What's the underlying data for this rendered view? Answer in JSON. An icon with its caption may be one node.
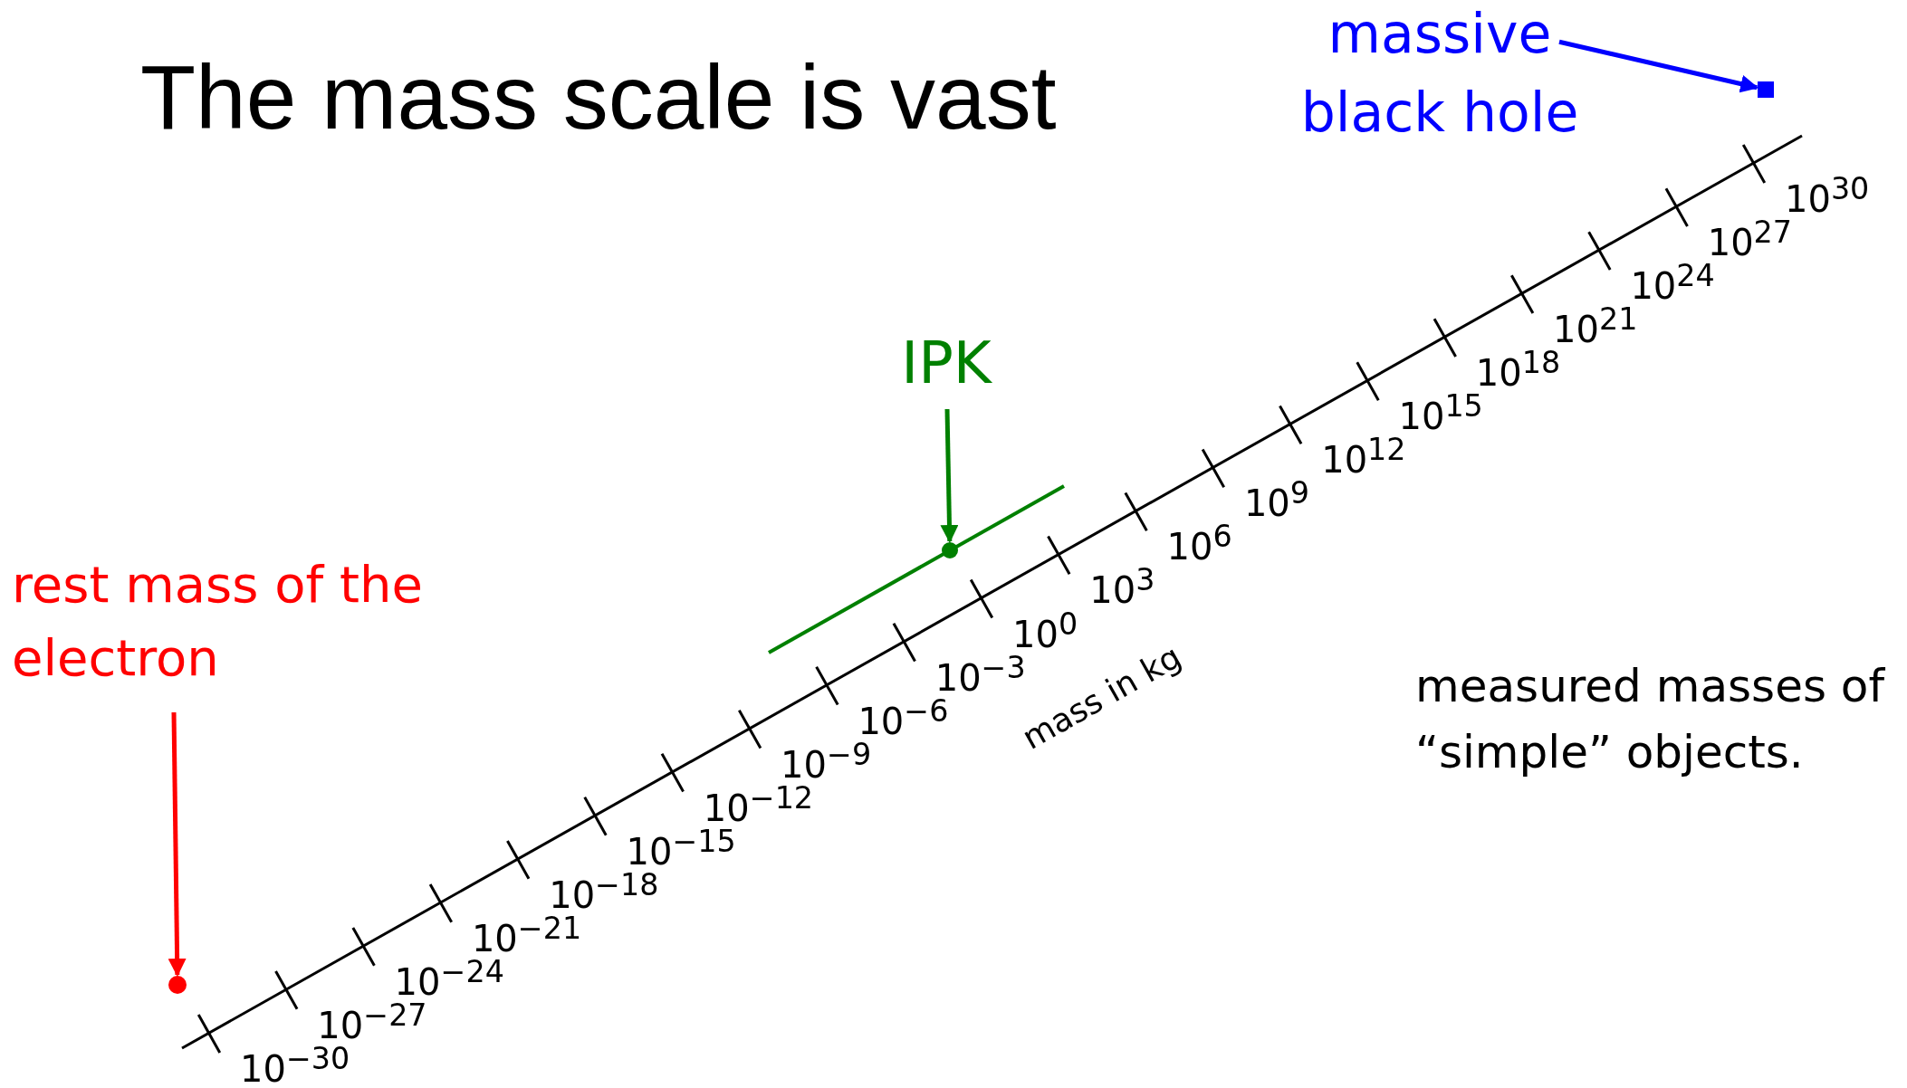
{
  "diagram": {
    "title": "The mass scale is vast",
    "nodes": [
      {
        "text": [
          "rest mass of the electron"
        ]
      },
      {
        "text": [],
        "shape": "circle"
      },
      {
        "text": [
          "IPK"
        ]
      },
      {
        "text": [],
        "shape": "circle"
      },
      {
        "text": [
          "massive black hole"
        ]
      },
      {
        "text": [],
        "shape": "box"
      }
    ],
    "edges": [
      {
        "from": 0,
        "to": 1,
        "arrow": "to",
        "color": "#ff0000"
      },
      {
        "from": 2,
        "to": 3,
        "arrow": "to",
        "color": "#008000"
      },
      {
        "from": 4,
        "to": 5,
        "arrow": "to",
        "color": "#0000ff"
      }
    ],
    "labels": [
      "10$^{−30}$",
      "10$^{−27}$",
      "10$^{−24}$",
      "10$^{−21}$",
      "10$^{−18}$",
      "10$^{−15}$",
      "10$^{−12}$",
      "10$^{−9}$",
      "10$^{−6}$",
      "10$^{−3}$",
      "10$^{0}$",
      "10$^{3}$",
      "10$^{6}$",
      "10$^{9}$",
      "10$^{12}$",
      "10$^{15}$",
      "10$^{18}$",
      "10$^{21}$",
      "10$^{24}$",
      "10$^{27}$",
      "10$^{30}$",
      "mass in kg",
      "measured masses of “simple” objects."
    ]
  }
}
